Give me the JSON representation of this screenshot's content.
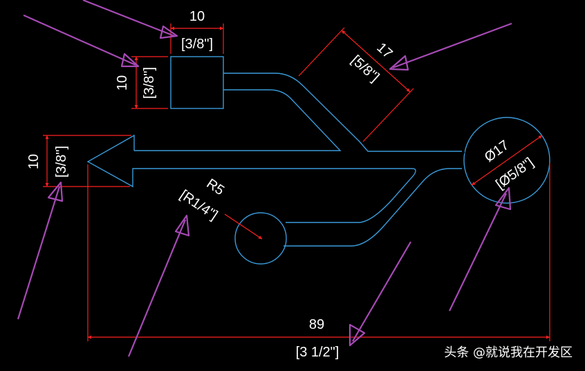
{
  "drawing": {
    "colors": {
      "background": "#000000",
      "outline": "#3a9ad9",
      "dimension": "#ff2020",
      "annotation_arrow": "#a64ab5",
      "text": "#ffffff"
    },
    "dimensions": {
      "top_width": {
        "value": "10",
        "imperial": "[3/8\"]"
      },
      "top_height": {
        "value": "10",
        "imperial": "[3/8\"]"
      },
      "diagonal": {
        "value": "17",
        "imperial": "[5/8\"]"
      },
      "left_height": {
        "value": "10",
        "imperial": "[3/8\"]"
      },
      "radius": {
        "value": "R5",
        "imperial": "[R1/4\"]"
      },
      "diameter": {
        "value": "Ø17",
        "imperial": "[Ø5/8\"]"
      },
      "overall_length": {
        "value": "89",
        "imperial": "[3 1/2\"]"
      }
    }
  },
  "watermark": {
    "text": "头条 @就说我在开发区"
  }
}
